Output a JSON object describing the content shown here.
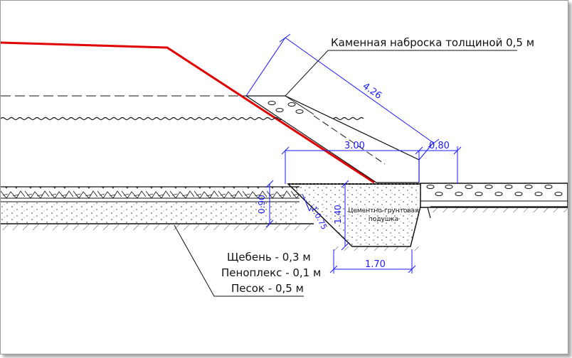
{
  "labels": {
    "stone_fill": "Каменная наброска толщиной 0,5 м",
    "cushion_line1": "Цементно-грунтовая",
    "cushion_line2": "подушка",
    "crushed_stone": "Щебень - 0,3 м",
    "penoplex": "Пеноплекс - 0,1 м",
    "sand": "Песок - 0,5 м"
  },
  "dimensions": {
    "slope_length": "4.26",
    "berm_width": "3.00",
    "end_width": "0,80",
    "layer_height": "0.90",
    "slope_ratio": "1:0.75",
    "pit_depth": "1.40",
    "pit_bottom": "1.70"
  },
  "colors": {
    "slope_line": "#e00000",
    "dimension": "#1a1aff",
    "ink": "#111111"
  }
}
